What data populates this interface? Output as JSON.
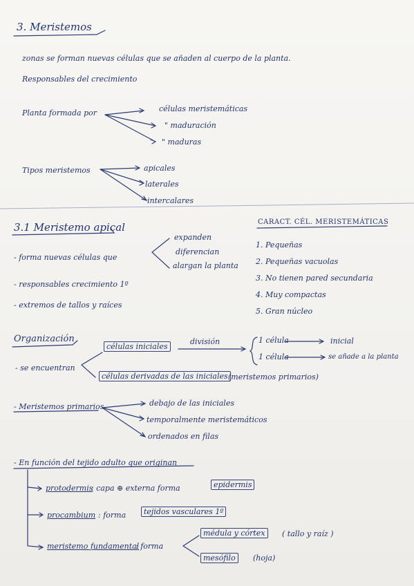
{
  "section3": {
    "title": "3. Meristemos",
    "line1": "zonas se forman nuevas células que se añaden al cuerpo de la planta.",
    "line2": "Responsables del crecimiento",
    "formed_label": "Planta formada por",
    "formed_items": [
      "células meristemáticas",
      "\"  maduración",
      "\"  maduras"
    ],
    "types_label": "Tipos meristemos",
    "types_items": [
      "apicales",
      "laterales",
      "intercalares"
    ]
  },
  "section31": {
    "title": "3.1 Meristemo apical",
    "forma_label": "- forma nuevas células que",
    "forma_items": [
      "expanden",
      "diferencian",
      "alargan la planta"
    ],
    "responsables": "- responsables crecimiento 1º",
    "extremos": "- extremos de tallos y raíces"
  },
  "caract": {
    "title": "CARACT. CÉL. MERISTEMÁTICAS",
    "items": [
      "1. Pequeñas",
      "2. Pequeñas vacuolas",
      "3. No tienen pared secundaria",
      "4. Muy compactas",
      "5. Gran núcleo"
    ]
  },
  "organizacion": {
    "title": "Organización",
    "encuentran": "- se encuentran",
    "box_iniciales": "células iniciales",
    "division": "división",
    "cell1": "1 célula",
    "result1": "inicial",
    "cell2": "1 célula",
    "result2": "se añade a la planta",
    "box_derivadas": "células derivadas de las iniciales",
    "primarios": "(meristemos primarios)"
  },
  "primarios": {
    "label": "- Meristemos primarios",
    "items": [
      "debajo de las iniciales",
      "temporalmente meristemáticos",
      "ordenados en filas"
    ]
  },
  "funcion": {
    "title": "- En función del tejido adulto que originan",
    "protodermis": "protodermis",
    "protodermis_text": ": capa ⊕ externa forma",
    "box_epidermis": "epidermis",
    "procambium": "procambium",
    "procambium_text": ": forma",
    "box_vasculares": "tejidos vasculares 1º",
    "fundamental": "meristemo fundamental",
    "fundamental_text": ": forma",
    "box_medula": "médula y córtex",
    "medula_note": "( tallo y raíz )",
    "box_mesofilo": "mesófilo",
    "mesofilo_note": "(hoja)"
  }
}
